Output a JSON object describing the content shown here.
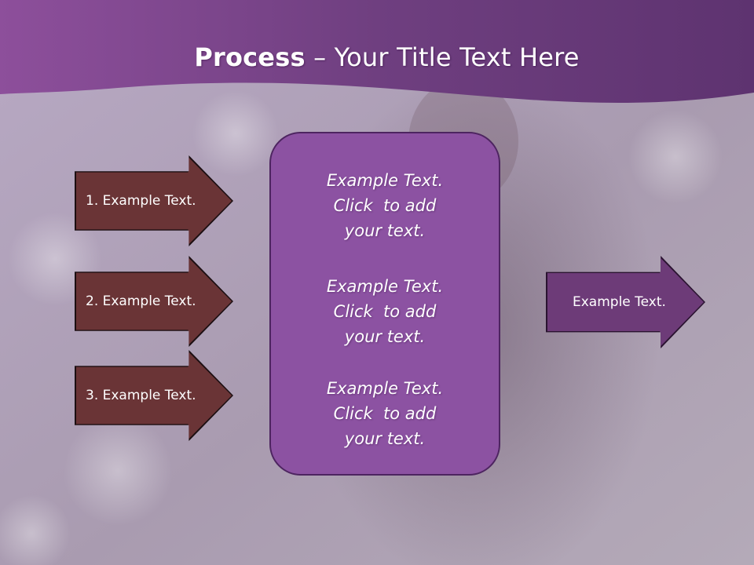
{
  "title": {
    "bold": "Process",
    "rest": " – Your Title Text Here"
  },
  "left_arrows": [
    {
      "label": "1. Example Text."
    },
    {
      "label": "2. Example Text."
    },
    {
      "label": "3. Example Text."
    }
  ],
  "center_box": {
    "blocks": [
      {
        "lines": [
          "Example Text.",
          "Click  to add",
          "your text."
        ]
      },
      {
        "lines": [
          "Example Text.",
          "Click  to add",
          "your text."
        ]
      },
      {
        "lines": [
          "Example Text.",
          "Click  to add",
          "your text."
        ]
      }
    ]
  },
  "right_arrow": {
    "label": "Example Text."
  },
  "colors": {
    "header": "#7a4a8a",
    "left_arrow_fill": "#6a3436",
    "center_box_fill": "#8c52a2",
    "right_arrow_fill": "#6d3b78"
  }
}
